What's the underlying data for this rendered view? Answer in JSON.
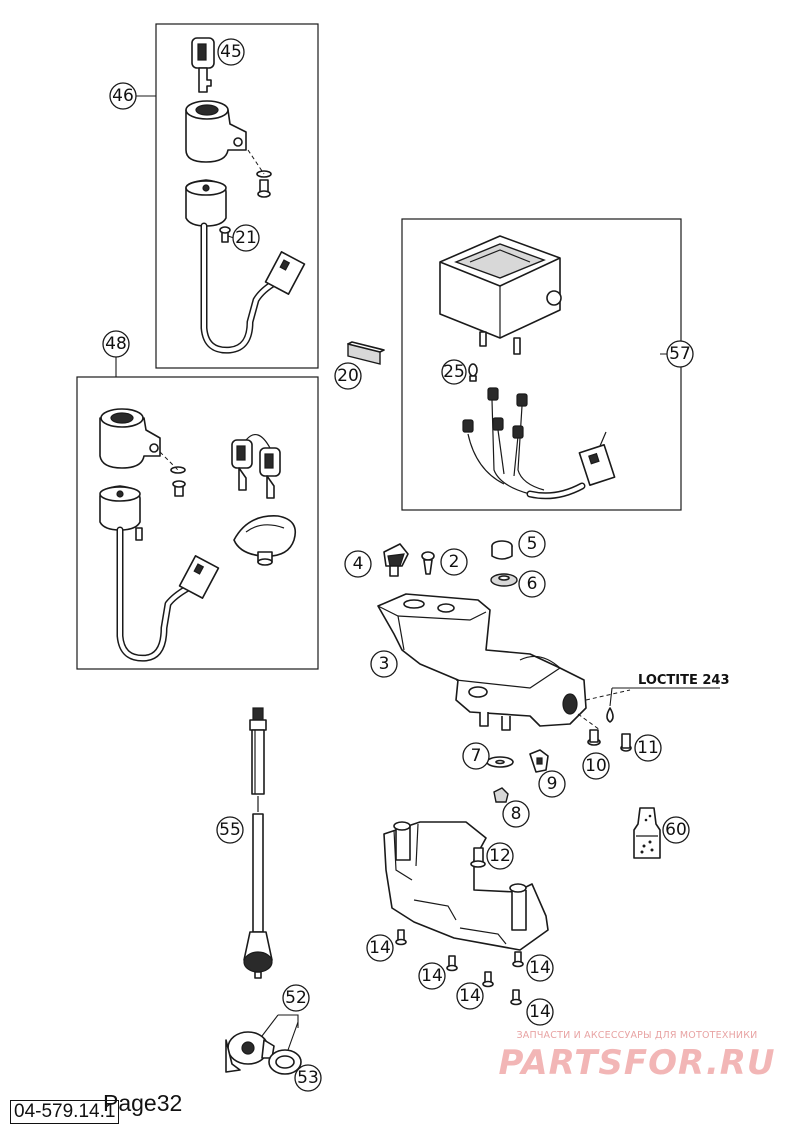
{
  "document": {
    "code": "04-579.14.1",
    "page_label": "Page32"
  },
  "annotations": {
    "loctite": "LOCTITE 243"
  },
  "watermark": {
    "tagline": "ЗАПЧАСТИ И АКСЕССУАРЫ ДЛЯ МОТОТЕХНИКИ",
    "brand": "PARTSFOR.RU"
  },
  "callouts": {
    "c45": "45",
    "c46": "46",
    "c21": "21",
    "c48": "48",
    "c20": "20",
    "c25": "25",
    "c57": "57",
    "c2": "2",
    "c3": "3",
    "c4": "4",
    "c5": "5",
    "c6": "6",
    "c7": "7",
    "c8": "8",
    "c9": "9",
    "c10": "10",
    "c11": "11",
    "c12": "12",
    "c14a": "14",
    "c14b": "14",
    "c14c": "14",
    "c14d": "14",
    "c14e": "14",
    "c52": "52",
    "c53": "53",
    "c55": "55",
    "c60": "60"
  }
}
